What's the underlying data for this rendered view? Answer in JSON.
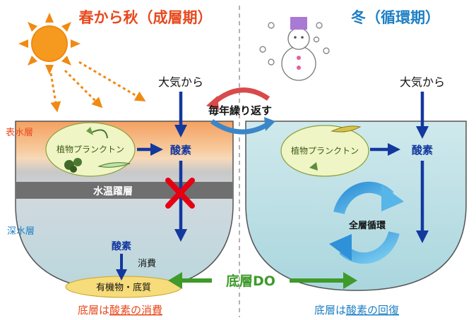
{
  "left": {
    "title": "春から秋（成層期）",
    "air_label": "大気から",
    "surface_layer": "表水層",
    "plankton_label": "植物プランクトン",
    "oxygen_label": "酸素",
    "thermocline": "水温躍層",
    "deep_layer": "深水層",
    "oxygen_small": "酸素",
    "consumption": "消費",
    "sediment": "有機物・底質",
    "caption_prefix": "底層は",
    "caption_highlight": "酸素の消費"
  },
  "right": {
    "title": "冬（循環期）",
    "air_label": "大気から",
    "plankton_label": "植物プランクトン",
    "oxygen_label": "酸素",
    "circulation": "全層循環",
    "caption_prefix": "底層は",
    "caption_highlight": "酸素の回復"
  },
  "center": {
    "repeat_label": "毎年繰り返す",
    "bottom_do": "底層DO"
  },
  "colors": {
    "title": "#e8491d",
    "winter_title": "#1d7fc4",
    "arrow_blue": "#13389e",
    "arrow_green": "#3f9a2a",
    "x_red": "#e60012",
    "sun": "#f08a12"
  },
  "icons": [
    "sun-icon",
    "snowman-icon",
    "red-x-icon",
    "cycle-arrows-icon"
  ]
}
